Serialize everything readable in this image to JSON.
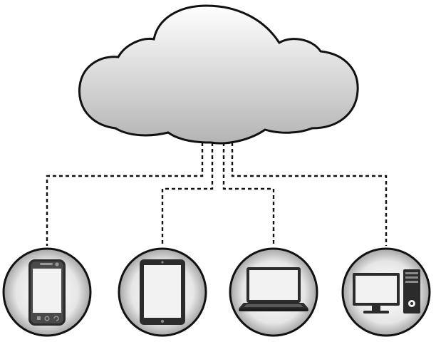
{
  "diagram": {
    "hub": {
      "icon": "cloud-icon"
    },
    "devices": [
      {
        "id": "smartphone",
        "icon": "smartphone-icon"
      },
      {
        "id": "tablet",
        "icon": "tablet-icon"
      },
      {
        "id": "laptop",
        "icon": "laptop-icon"
      },
      {
        "id": "desktop",
        "icon": "desktop-computer-icon"
      }
    ],
    "connection_style": "dashed",
    "colors": {
      "outline": "#111111",
      "cloud_light": "#ffffff",
      "cloud_dark": "#b4b4b4",
      "badge_light": "#ffffff",
      "badge_dark": "#8f8f8f",
      "screen": "#f2f2f2"
    }
  }
}
